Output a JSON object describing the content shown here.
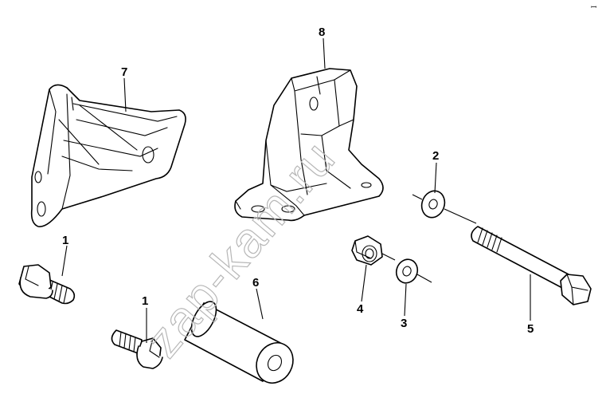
{
  "corner_mark": "ꟷ",
  "watermark": "zap-kam.ru",
  "callouts": [
    {
      "id": "c1a",
      "label": "1"
    },
    {
      "id": "c1b",
      "label": "1"
    },
    {
      "id": "c2",
      "label": "2"
    },
    {
      "id": "c3",
      "label": "3"
    },
    {
      "id": "c4",
      "label": "4"
    },
    {
      "id": "c5",
      "label": "5"
    },
    {
      "id": "c6",
      "label": "6"
    },
    {
      "id": "c7",
      "label": "7"
    },
    {
      "id": "c8",
      "label": "8"
    }
  ]
}
